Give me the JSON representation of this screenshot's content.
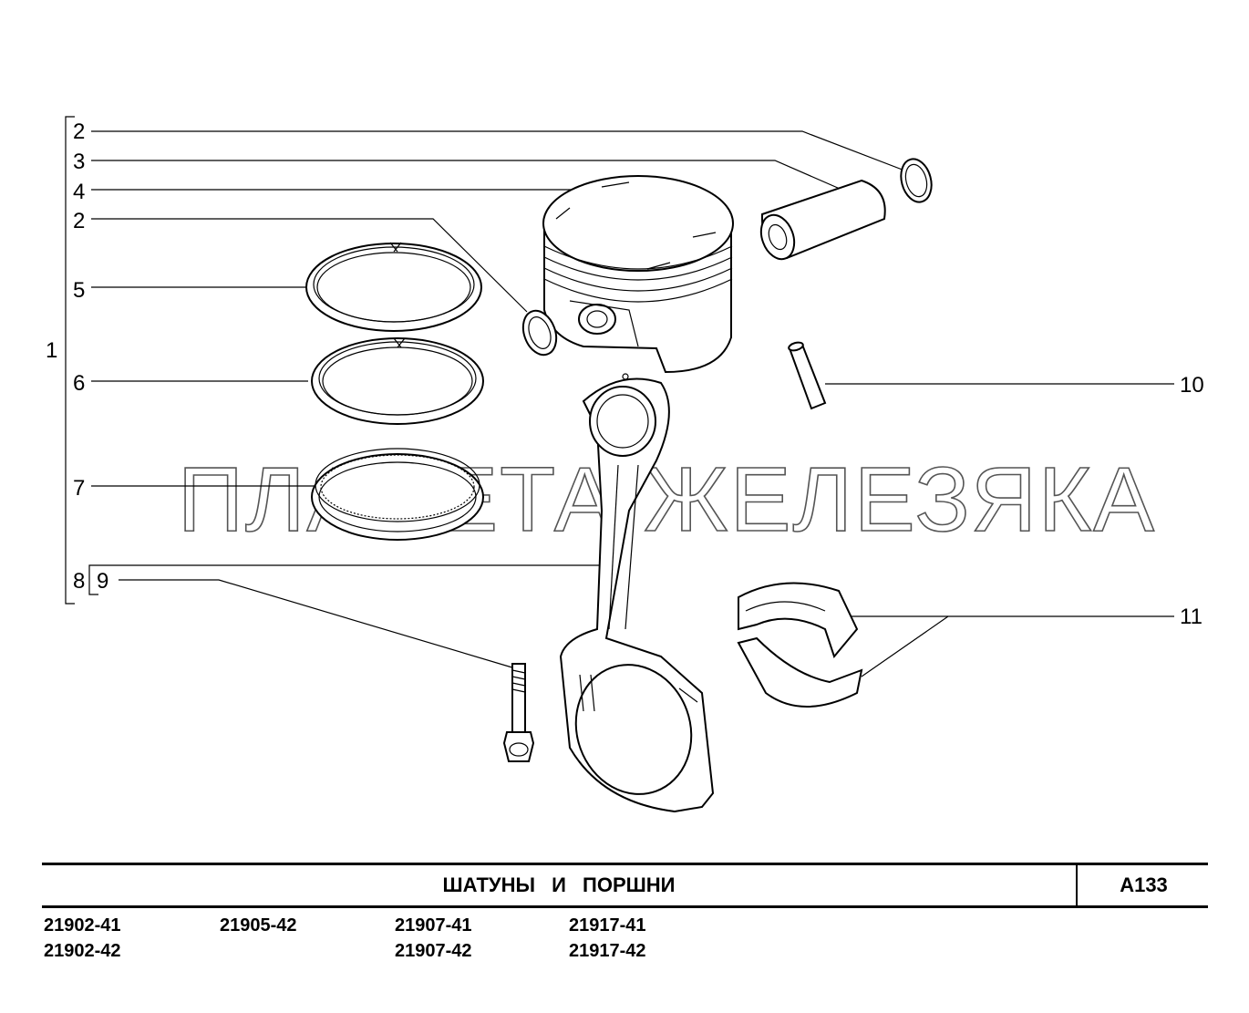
{
  "title": "ШАТУНЫ  И  ПОРШНИ",
  "page_code": "A133",
  "watermark": "ПЛАНЕТА ЖЕЛЕЗЯКА",
  "callouts": {
    "c1": "1",
    "c2a": "2",
    "c3": "3",
    "c4": "4",
    "c2b": "2",
    "c5": "5",
    "c6": "6",
    "c7": "7",
    "c8": "8",
    "c9": "9",
    "c10": "10",
    "c11": "11"
  },
  "models": {
    "m1": "21902-41",
    "m2": "21902-42",
    "m3": "21905-42",
    "m4": "21907-41",
    "m5": "21907-42",
    "m6": "21917-41",
    "m7": "21917-42"
  }
}
